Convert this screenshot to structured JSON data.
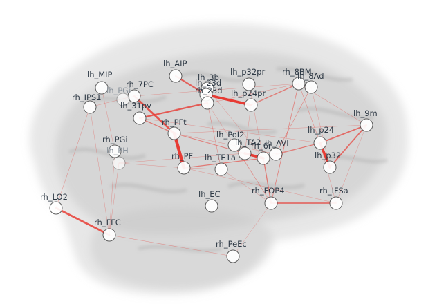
{
  "colors": {
    "edge": "#e8332b",
    "node_fill": "#ffffff",
    "node_stroke": "#3a3a3a",
    "brain": "#c9c9c9"
  },
  "nodes": [
    {
      "id": "lh_AIP",
      "label": "lh_AIP"
    },
    {
      "id": "lh_MIP",
      "label": "lh_MIP"
    },
    {
      "id": "rh_7PC",
      "label": "rh_7PC"
    },
    {
      "id": "lh_PGi_top",
      "label": "lh_PGi"
    },
    {
      "id": "rh_IPS1",
      "label": "rh_IPS1"
    },
    {
      "id": "lh_3b",
      "label": "lh_3b"
    },
    {
      "id": "lh_23d",
      "label": "lh_23d"
    },
    {
      "id": "rh_23d",
      "label": "rh_23d"
    },
    {
      "id": "lh_p32pr",
      "label": "lh_p32pr"
    },
    {
      "id": "rh_8BM",
      "label": "rh_8BM"
    },
    {
      "id": "lh_8Ad",
      "label": "lh_8Ad"
    },
    {
      "id": "lh_p24pr",
      "label": "lh_p24pr"
    },
    {
      "id": "lh_31pv",
      "label": "lh_31pv"
    },
    {
      "id": "rh_PFt",
      "label": "rh_PFt"
    },
    {
      "id": "lh_9m",
      "label": "lh_9m"
    },
    {
      "id": "lh_PoI2",
      "label": "lh_PoI2"
    },
    {
      "id": "lh_p24",
      "label": "lh_p24"
    },
    {
      "id": "rh_PGi",
      "label": "rh_PGi"
    },
    {
      "id": "lh_PH",
      "label": "lh_PH"
    },
    {
      "id": "lh_TA2",
      "label": "lh_TA2"
    },
    {
      "id": "rh_6r",
      "label": "rh_6r"
    },
    {
      "id": "lh_AVI",
      "label": "lh_AVI"
    },
    {
      "id": "rh_PF",
      "label": "rh_PF"
    },
    {
      "id": "lh_TE1a",
      "label": "lh_TE1a"
    },
    {
      "id": "lh_p32",
      "label": "lh_p32"
    },
    {
      "id": "rh_FOP4",
      "label": "rh_FOP4"
    },
    {
      "id": "rh_IFSa",
      "label": "rh_IFSa"
    },
    {
      "id": "lh_EC",
      "label": "lh_EC"
    },
    {
      "id": "rh_LO2",
      "label": "rh_LO2"
    },
    {
      "id": "rh_FFC",
      "label": "rh_FFC"
    },
    {
      "id": "rh_PeEc",
      "label": "rh_PeEc"
    }
  ],
  "edges": [
    {
      "source": "rh_LO2",
      "target": "rh_FFC",
      "weight": 3
    },
    {
      "source": "rh_PFt",
      "target": "rh_PF",
      "weight": 5
    },
    {
      "source": "rh_7PC",
      "target": "rh_PFt",
      "weight": 3
    },
    {
      "source": "lh_31pv",
      "target": "rh_23d",
      "weight": 2.5
    },
    {
      "source": "lh_23d",
      "target": "lh_p24pr",
      "weight": 4
    },
    {
      "source": "lh_AIP",
      "target": "lh_23d",
      "weight": 2.5
    },
    {
      "source": "lh_p24pr",
      "target": "rh_8BM",
      "weight": 1.5
    },
    {
      "source": "lh_TA2",
      "target": "rh_6r",
      "weight": 4
    },
    {
      "source": "lh_p24",
      "target": "lh_p32",
      "weight": 4
    },
    {
      "source": "lh_p24",
      "target": "lh_9m",
      "weight": 2
    },
    {
      "source": "lh_9m",
      "target": "lh_p32",
      "weight": 2
    },
    {
      "source": "rh_FOP4",
      "target": "rh_IFSa",
      "weight": 2
    },
    {
      "source": "rh_6r",
      "target": "rh_FOP4",
      "weight": 1.5
    },
    {
      "source": "rh_PF",
      "target": "rh_6r",
      "weight": 1.5
    },
    {
      "source": "rh_PFt",
      "target": "lh_TA2",
      "weight": 1.2
    },
    {
      "source": "lh_31pv",
      "target": "rh_PFt",
      "weight": 1.5
    },
    {
      "source": "lh_AVI",
      "target": "lh_p24",
      "weight": 1.2
    },
    {
      "source": "rh_8BM",
      "target": "rh_FOP4",
      "weight": 1
    },
    {
      "source": "lh_8Ad",
      "target": "lh_AVI",
      "weight": 0.8
    },
    {
      "source": "rh_23d",
      "target": "lh_TE1a",
      "weight": 0.7
    },
    {
      "source": "lh_PoI2",
      "target": "rh_FOP4",
      "weight": 0.8
    },
    {
      "source": "rh_6r",
      "target": "lh_p24",
      "weight": 0.7
    },
    {
      "source": "rh_8BM",
      "target": "lh_p24",
      "weight": 0.7
    },
    {
      "source": "rh_FFC",
      "target": "rh_PeEc",
      "weight": 0.6
    },
    {
      "source": "rh_IPS1",
      "target": "rh_LO2",
      "weight": 0.6
    },
    {
      "source": "rh_IPS1",
      "target": "rh_FFC",
      "weight": 0.5
    },
    {
      "source": "lh_MIP",
      "target": "rh_PGi",
      "weight": 0.5
    },
    {
      "source": "rh_PGi",
      "target": "rh_FFC",
      "weight": 0.5
    },
    {
      "source": "lh_PH",
      "target": "rh_FFC",
      "weight": 0.5
    },
    {
      "source": "rh_PF",
      "target": "lh_TE1a",
      "weight": 0.6
    },
    {
      "source": "rh_PFt",
      "target": "lh_AVI",
      "weight": 0.6
    },
    {
      "source": "lh_31pv",
      "target": "rh_8BM",
      "weight": 0.6
    },
    {
      "source": "lh_p32pr",
      "target": "rh_6r",
      "weight": 0.5
    },
    {
      "source": "lh_3b",
      "target": "rh_6r",
      "weight": 0.5
    },
    {
      "source": "rh_23d",
      "target": "lh_PoI2",
      "weight": 0.5
    },
    {
      "source": "lh_p24pr",
      "target": "lh_TA2",
      "weight": 0.5
    },
    {
      "source": "rh_IFSa",
      "target": "lh_p24",
      "weight": 0.5
    },
    {
      "source": "rh_IFSa",
      "target": "lh_9m",
      "weight": 0.5
    },
    {
      "source": "rh_8BM",
      "target": "lh_9m",
      "weight": 0.6
    },
    {
      "source": "lh_PH",
      "target": "rh_PF",
      "weight": 0.4
    },
    {
      "source": "lh_PH",
      "target": "lh_TA2",
      "weight": 0.4
    },
    {
      "source": "rh_IPS1",
      "target": "rh_7PC",
      "weight": 0.5
    },
    {
      "source": "rh_7PC",
      "target": "rh_8BM",
      "weight": 0.5
    },
    {
      "source": "rh_PeEc",
      "target": "rh_FOP4",
      "weight": 0.4
    },
    {
      "source": "lh_TE1a",
      "target": "rh_FOP4",
      "weight": 0.5
    },
    {
      "source": "rh_PFt",
      "target": "lh_9m",
      "weight": 0.4
    },
    {
      "source": "rh_PF",
      "target": "rh_IFSa",
      "weight": 0.4
    },
    {
      "source": "lh_8Ad",
      "target": "lh_p32",
      "weight": 0.5
    },
    {
      "source": "lh_31pv",
      "target": "lh_p24",
      "weight": 0.4
    }
  ]
}
